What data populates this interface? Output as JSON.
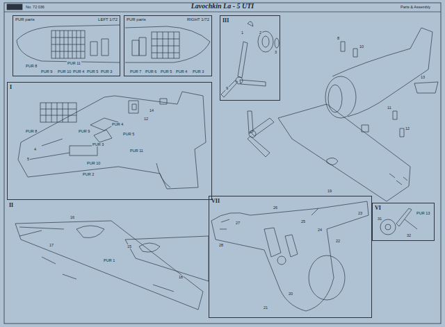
{
  "diagram": {
    "title": "Lavochkin La - 5 UTI",
    "nodes": [
      {
        "text": [
          "PUR parts",
          "LEFT 1/72"
        ]
      },
      {
        "text": [
          "PUR parts",
          "RIGHT 1/72"
        ]
      },
      {
        "text": [
          "I"
        ]
      },
      {
        "text": [
          "III"
        ]
      },
      {
        "text": [
          "VII"
        ]
      },
      {
        "text": [
          "VI"
        ]
      }
    ],
    "labels": [
      "No. 72 036",
      "Parts & Assembly",
      "PUR 8",
      "PUR 9",
      "PUR 10",
      "PUR 4",
      "PUR 5",
      "PUR 3",
      "PUR 11",
      "PUR 7",
      "PUR 6",
      "PUR 5",
      "PUR 4",
      "PUR 3",
      "PUR 8",
      "PUR 9",
      "PUR 4",
      "PUR 5",
      "PUR 3",
      "PUR 11",
      "PUR 10",
      "PUR 2",
      "12",
      "14",
      "4",
      "5",
      "II",
      "16",
      "15",
      "17",
      "PUR 1",
      "18",
      "1",
      "2",
      "3",
      "9",
      "8",
      "10",
      "11",
      "12",
      "13",
      "27",
      "28",
      "26",
      "25",
      "24",
      "22",
      "23",
      "19",
      "20",
      "21",
      "PUR 13",
      "31",
      "32"
    ]
  }
}
